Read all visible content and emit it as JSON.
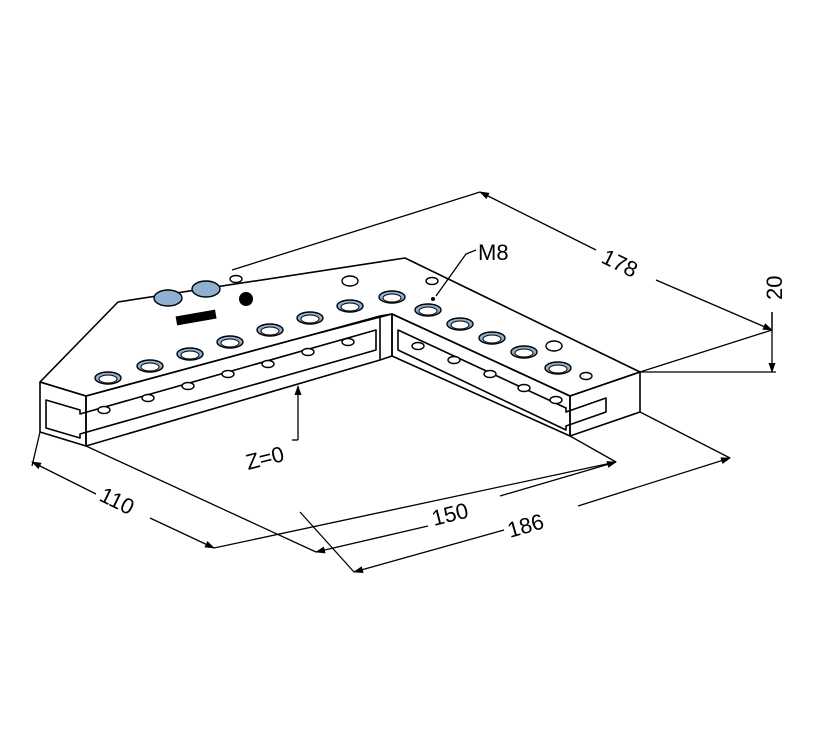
{
  "colors": {
    "top_face": "#d6e6f4",
    "front_face": "#c3d8ec",
    "inner_face": "#b4cce3",
    "line": "#000000"
  },
  "labels": {
    "thread": "M8",
    "zero_plane": "Z=0"
  },
  "dimensions": {
    "length_back": "178",
    "height": "20",
    "depth_left": "110",
    "inner_width": "150",
    "outer_width": "186"
  }
}
